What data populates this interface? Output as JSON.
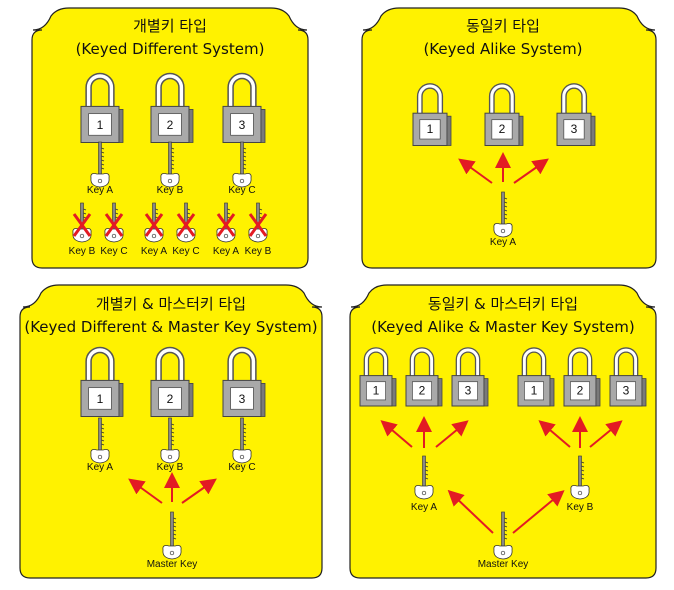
{
  "colors": {
    "panel": "#fff200",
    "arrow": "#e31b23",
    "lock": "#b9b9b9"
  },
  "panels": [
    {
      "title": "개별키 타입",
      "subtitle": "(Keyed Different System)",
      "locks": [
        "1",
        "2",
        "3"
      ],
      "keys": [
        "Key A",
        "Key B",
        "Key C"
      ],
      "wrong_keys": [
        "Key B",
        "Key C",
        "Key A",
        "Key C",
        "Key A",
        "Key B"
      ]
    },
    {
      "title": "동일키 타입",
      "subtitle": "(Keyed Alike System)",
      "locks": [
        "1",
        "2",
        "3"
      ],
      "keys": [
        "Key A"
      ]
    },
    {
      "title": "개별키 & 마스터키 타입",
      "subtitle": "(Keyed Different & Master Key System)",
      "locks": [
        "1",
        "2",
        "3"
      ],
      "keys": [
        "Key A",
        "Key B",
        "Key C"
      ],
      "master": "Master Key"
    },
    {
      "title": "동일키 & 마스터키 타입",
      "subtitle": "(Keyed Alike & Master Key System)",
      "locks": [
        "1",
        "2",
        "3",
        "1",
        "2",
        "3"
      ],
      "keys": [
        "Key A",
        "Key B"
      ],
      "master": "Master Key"
    }
  ]
}
